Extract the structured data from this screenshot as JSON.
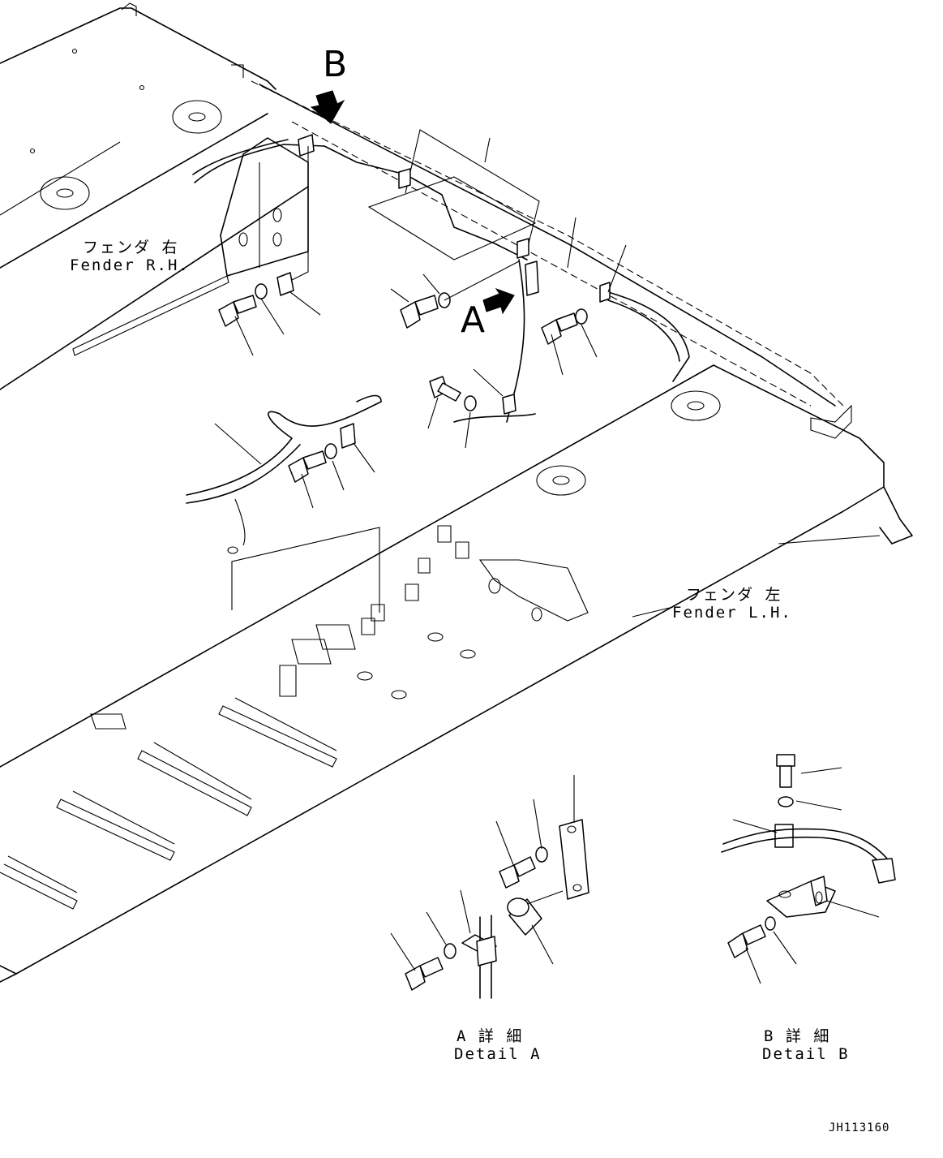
{
  "callouts": {
    "b": "B",
    "a": "A"
  },
  "fender_rh": {
    "jp": "フェンダ 右",
    "en": "Fender R.H."
  },
  "fender_lh": {
    "jp": "フェンダ 左",
    "en": "Fender L.H."
  },
  "detail_a": {
    "jp": "A 詳 細",
    "en": "Detail A"
  },
  "detail_b": {
    "jp": "B 詳 細",
    "en": "Detail B"
  },
  "drawing_code": "JH113160"
}
